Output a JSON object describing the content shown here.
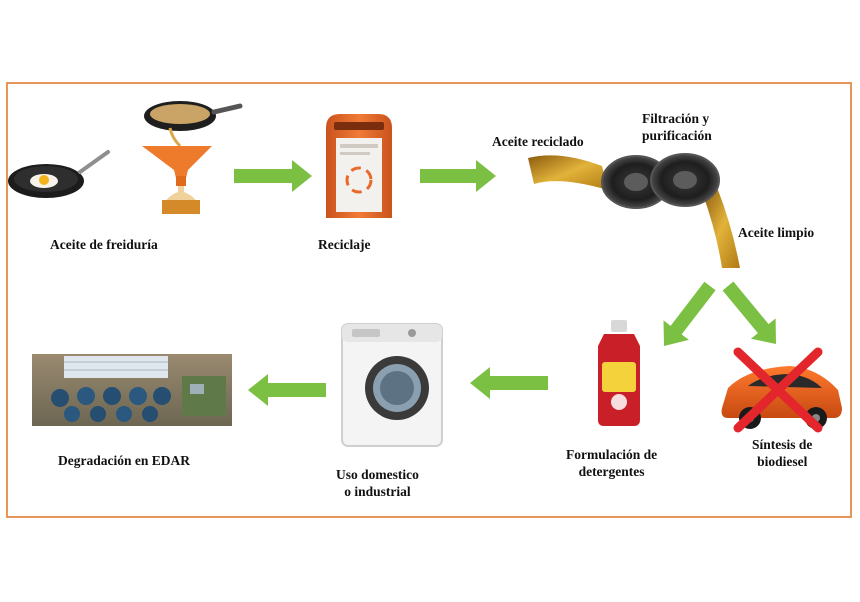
{
  "colors": {
    "frame_border": "#e8955a",
    "arrow_green": "#7cc043",
    "oil_gold": "#c9931c",
    "bin_orange": "#e86a2a",
    "cross_red": "#e3262b"
  },
  "steps": {
    "frying_oil": "Aceite de freiduría",
    "recycling": "Reciclaje",
    "recycled_oil": "Aceite reciclado",
    "filtration_line1": "Filtración y",
    "filtration_line2": "purificación",
    "clean_oil": "Aceite limpio",
    "detergent_line1": "Formulación de",
    "detergent_line2": "detergentes",
    "biodiesel_line1": "Síntesis de",
    "biodiesel_line2": "biodiesel",
    "use_line1": "Uso domestico",
    "use_line2": "o industrial",
    "degradation": "Degradación en EDAR"
  },
  "icons": [
    "frying-pan-icon",
    "oil-funnel-bottle-icon",
    "recycling-bin-icon",
    "oil-stream-icon",
    "carbon-filter-icon",
    "detergent-bottle-icon",
    "car-icon",
    "red-cross-icon",
    "washing-machine-icon",
    "wastewater-plant-icon"
  ]
}
